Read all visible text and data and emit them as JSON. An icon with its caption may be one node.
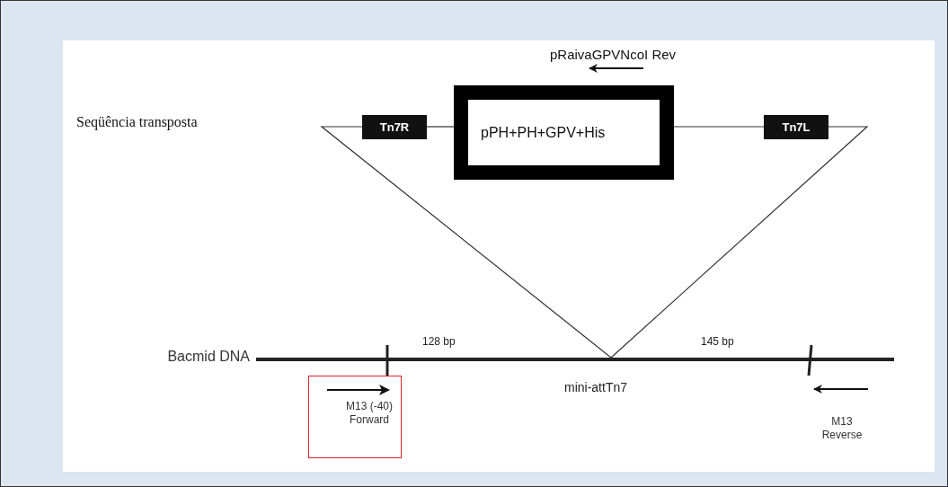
{
  "diagram": {
    "nodes": [
      {
        "text": [
          "Tn7R"
        ]
      },
      {
        "text": [
          "pPH+PH+GPV+His"
        ]
      },
      {
        "text": [
          "Tn7L"
        ]
      },
      {
        "text": [
          "M13 (-40) Forward"
        ]
      },
      {
        "text": [],
        "shape": "bar",
        "beside": [
          "Bacmid DNA"
        ]
      }
    ],
    "edges": [
      {
        "from": 0,
        "to": 1,
        "arrow": "none"
      },
      {
        "from": 1,
        "to": 2,
        "arrow": "none"
      },
      {
        "from": 0,
        "to": 4,
        "arrow": "none"
      },
      {
        "from": 2,
        "to": 4,
        "arrow": "none"
      }
    ],
    "labels": [
      "Seqüência transposta",
      "pRaivaGPVNcoI Rev",
      "128 bp",
      "145 bp",
      "mini-attTn7",
      "M13 Reverse"
    ]
  }
}
